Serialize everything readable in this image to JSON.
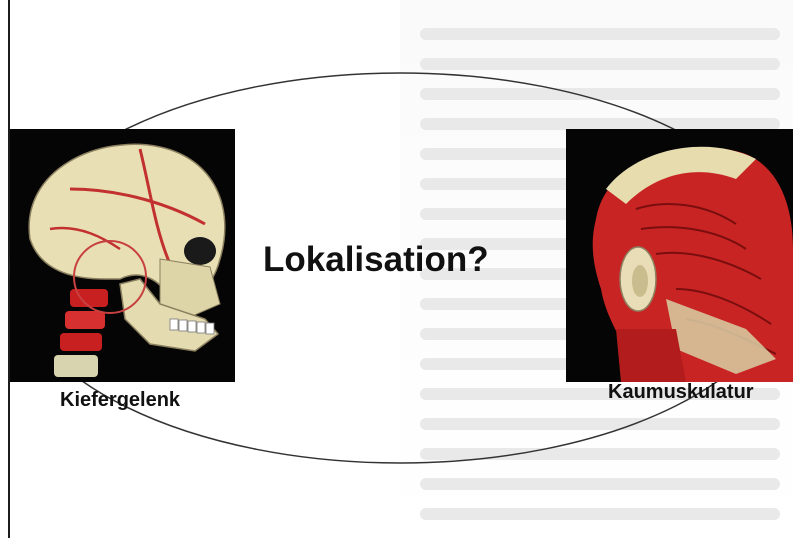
{
  "slide": {
    "question": "Lokalisation?",
    "left_caption": "Kiefergelenk",
    "right_caption": "Kaumuskulatur"
  },
  "images": {
    "left": "skull-with-jaw-joint-highlight",
    "right": "head-muscle-anatomy"
  },
  "colors": {
    "background": "#ffffff",
    "text": "#111111",
    "panel": "#050505",
    "bone": "#e9e2b8",
    "muscle": "#c82020",
    "highlight_circle": "#c84040"
  }
}
